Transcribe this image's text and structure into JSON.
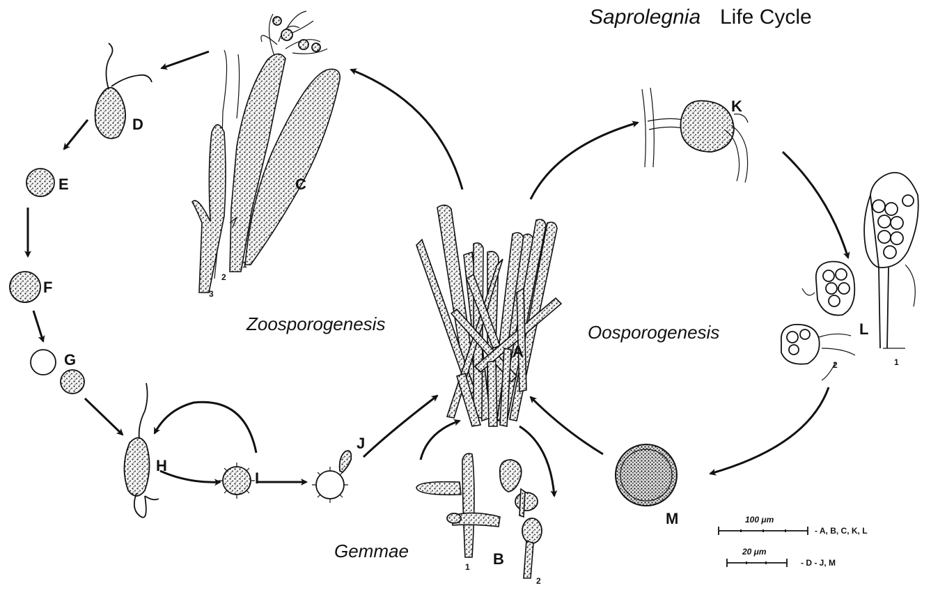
{
  "title": {
    "genus": "Saprolegnia",
    "rest": "Life Cycle"
  },
  "phases": {
    "zoosporogenesis": "Zoosporogenesis",
    "oosporogenesis": "Oosporogenesis",
    "gemmae": "Gemmae"
  },
  "stages": {
    "A": "A",
    "B": "B",
    "C": "C",
    "D": "D",
    "E": "E",
    "F": "F",
    "G": "G",
    "H": "H",
    "I": "I",
    "J": "J",
    "K": "K",
    "L": "L",
    "M": "M"
  },
  "sub_labels": {
    "c1": "1",
    "c2": "2",
    "c3": "3",
    "b1": "1",
    "b2": "2",
    "l1": "1",
    "l2": "2"
  },
  "scale_bars": [
    {
      "length": "100 μm",
      "applies_to": "- A, B, C, K, L"
    },
    {
      "length": "20 μm",
      "applies_to": "- D - J, M"
    }
  ]
}
